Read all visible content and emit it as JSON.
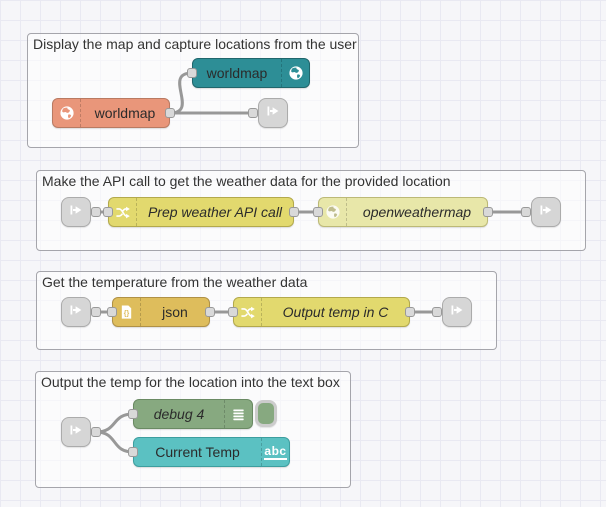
{
  "app": "node-red-flow-editor",
  "colors": {
    "canvas_bg": "#f6f6f9",
    "grid_line": "#e9e9f2",
    "wire": "#989898",
    "group_border": "#a5a5ab",
    "worldmap_salmon": "#e9967a",
    "worldmap_teal": "#2d8e96",
    "change_yellow": "#e2d96e",
    "openweathermap_yellow": "#e8e7a9",
    "json_orange": "#debd5c",
    "debug_green": "#87a980",
    "text_teal": "#5bc1c2",
    "link_gray": "#d6d6d6",
    "port_gray": "#d9d9d9"
  },
  "groups": [
    {
      "title": "Display the map and capture locations from the user"
    },
    {
      "title": "Make the API call to get the weather data for the provided location"
    },
    {
      "title": "Get the temperature from the weather data"
    },
    {
      "title": "Output the temp for the location into the text box"
    }
  ],
  "nodes": {
    "worldmap_in": {
      "label": "worldmap",
      "icon": "globe-icon"
    },
    "worldmap_out": {
      "label": "worldmap",
      "icon": "globe-icon"
    },
    "prep_weather": {
      "label": "Prep weather API call",
      "icon": "shuffle-icon"
    },
    "openweathermap": {
      "label": "openweathermap",
      "icon": "globe-icon"
    },
    "json": {
      "label": "json",
      "icon": "json-file-icon"
    },
    "output_temp": {
      "label": "Output temp in C",
      "icon": "shuffle-icon"
    },
    "debug": {
      "label": "debug 4",
      "icon": "debug-list-icon"
    },
    "current_temp": {
      "label": "Current Temp",
      "icon_label": "abc"
    }
  }
}
